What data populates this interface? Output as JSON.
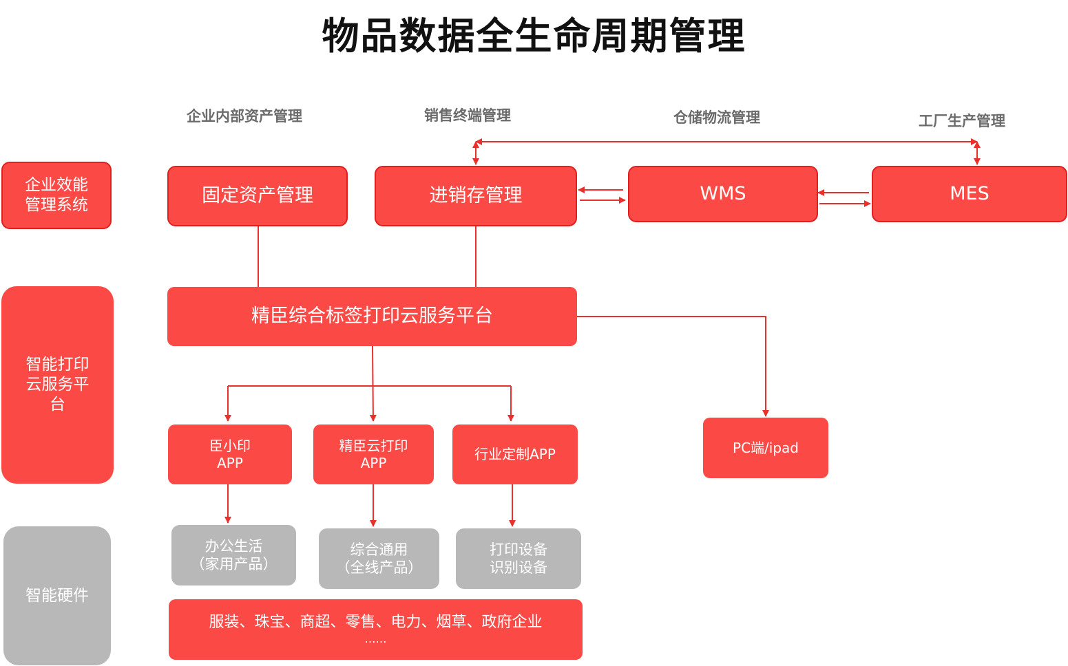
{
  "title": "物品数据全生命周期管理",
  "column_labels": {
    "asset": "企业内部资产管理",
    "sales": "销售终端管理",
    "warehouse": "仓储物流管理",
    "factory": "工厂生产管理"
  },
  "sidebar": {
    "efficiency_line1": "企业效能",
    "efficiency_line2": "管理系统",
    "cloud_line1": "智能打印",
    "cloud_line2": "云服务平",
    "cloud_line3": "台",
    "hardware": "智能硬件"
  },
  "systems": {
    "fixed_assets": "固定资产管理",
    "inventory": "进销存管理",
    "wms": "WMS",
    "mes": "MES"
  },
  "platform": "精臣综合标签打印云服务平台",
  "apps": [
    {
      "line1": "臣小印",
      "line2": "APP"
    },
    {
      "line1": "精臣云打印",
      "line2": "APP"
    },
    {
      "line1": "行业定制APP",
      "line2": ""
    }
  ],
  "pc": "PC端/ipad",
  "hardware": [
    {
      "line1": "办公生活",
      "line2": "（家用产品）"
    },
    {
      "line1": "综合通用",
      "line2": "（全线产品）"
    },
    {
      "line1": "打印设备",
      "line2": "识别设备"
    }
  ],
  "industries": {
    "line1": "服装、珠宝、商超、零售、电力、烟草、政府企业",
    "line2": "……"
  },
  "colors": {
    "box_red": "#fb4a46",
    "box_border": "#e01f1f",
    "line_red": "#e8302c",
    "box_gray": "#b8b8b8",
    "label_gray": "#6b6b6b"
  }
}
